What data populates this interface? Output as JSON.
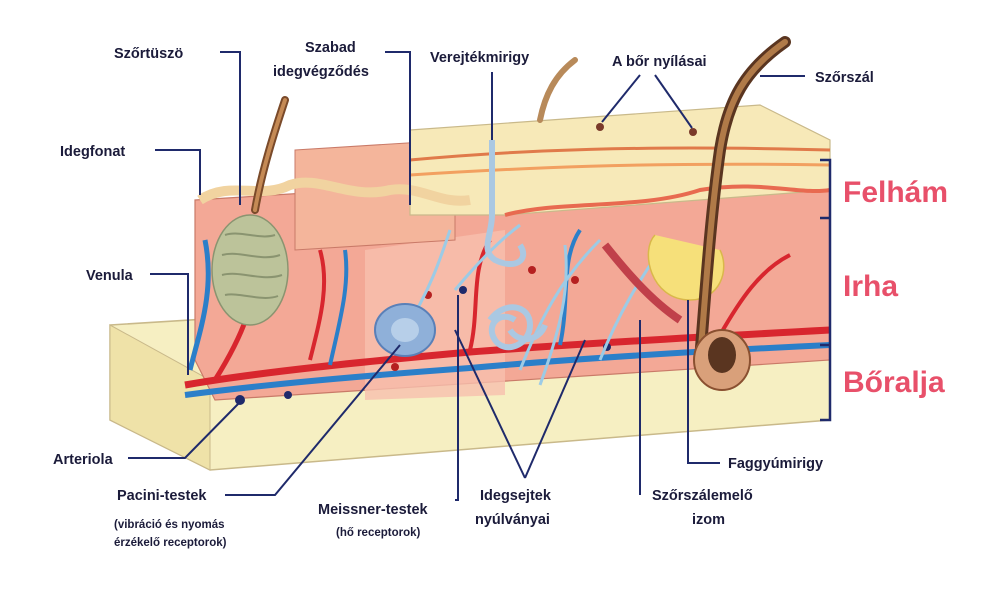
{
  "labels": {
    "hair_follicle": "Szőrtüszö",
    "free_nerve_endings_1": "Szabad",
    "free_nerve_endings_2": "idegvégződés",
    "sweat_gland": "Verejtékmirigy",
    "skin_pores": "A bőr nyílásai",
    "hair": "Szőrszál",
    "nerve_plexus": "Idegfonat",
    "venule": "Venula",
    "arteriole": "Arteriola",
    "pacini": "Pacini-testek",
    "pacini_desc_1": "(vibráció és nyomás",
    "pacini_desc_2": "érzékelő receptorok)",
    "meissner": "Meissner-testek",
    "meissner_desc": "(hő receptorok)",
    "neuron_processes_1": "Idegsejtek",
    "neuron_processes_2": "nyúlványai",
    "arrector_1": "Szőrszálemelő",
    "arrector_2": "izom",
    "sebaceous": "Faggyúmirigy"
  },
  "layers": {
    "epidermis": "Felhám",
    "dermis": "Irha",
    "hypodermis": "Bőralja",
    "color": "#e8506a"
  },
  "colors": {
    "leader": "#1f2a6b",
    "epidermis_top": "#f7e9b8",
    "dermis": "#f3a896",
    "hypodermis": "#f6efc2",
    "artery": "#d8262e",
    "vein": "#2b7fc9"
  }
}
